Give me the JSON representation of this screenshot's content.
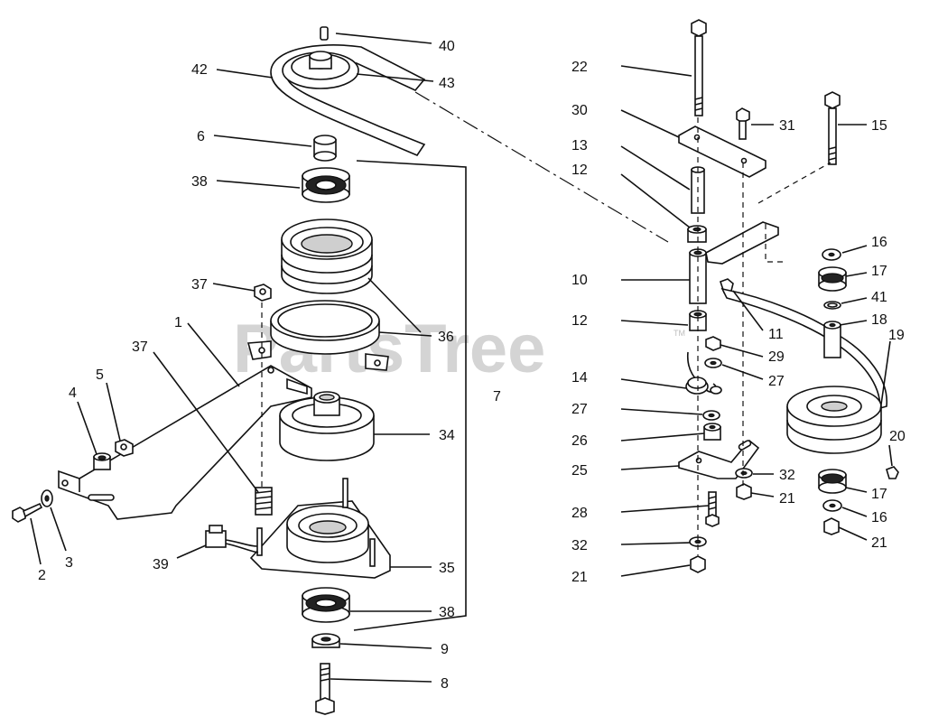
{
  "watermark": {
    "text": "PartsTree",
    "trademark": "TM"
  },
  "labels": {
    "l40": "40",
    "l42": "42",
    "l43": "43",
    "l6": "6",
    "l38a": "38",
    "l37a": "37",
    "l1": "1",
    "l37b": "37",
    "l36": "36",
    "l5": "5",
    "l4": "4",
    "l34": "34",
    "l7": "7",
    "l2": "2",
    "l3": "3",
    "l39": "39",
    "l35": "35",
    "l38b": "38",
    "l9": "9",
    "l8": "8",
    "l22": "22",
    "l30": "30",
    "l31": "31",
    "l15": "15",
    "l13": "13",
    "l12a": "12",
    "l16a": "16",
    "l17a": "17",
    "l10": "10",
    "l41": "41",
    "l12b": "12",
    "l11": "11",
    "l18": "18",
    "l19": "19",
    "l29": "29",
    "l14": "14",
    "l27a": "27",
    "l27b": "27",
    "l26": "26",
    "l20": "20",
    "l25": "25",
    "l32a": "32",
    "l17b": "17",
    "l21a": "21",
    "l28": "28",
    "l16b": "16",
    "l32b": "32",
    "l21b": "21",
    "l21c": "21"
  }
}
